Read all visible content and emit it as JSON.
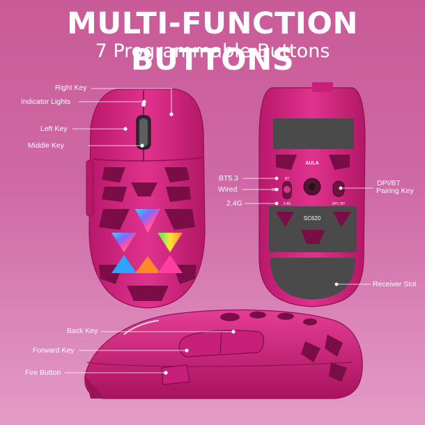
{
  "header": {
    "title": "MULTI-FUNCTION BUTTONS",
    "subtitle": "7 Programmable Buttons"
  },
  "top_view_labels": {
    "right_key": "Right Key",
    "indicator_lights": "Indicator Lights",
    "left_key": "Left Key",
    "middle_key": "Middle Key"
  },
  "bottom_view_labels": {
    "bt53": "BT5.3",
    "wired": "Wired",
    "g24": "2.4G",
    "dpi_bt": "DPI/BT",
    "pairing_key": "Pairing Key",
    "receiver_slot": "Receiver Slot"
  },
  "side_view_labels": {
    "back_key": "Back Key",
    "forward_key": "Forward Key",
    "fire_button": "Fire Button"
  },
  "product_text": {
    "brand": "AULA",
    "model": "SC620",
    "switch_bt": "BT",
    "switch_off": "OFF",
    "switch_24g": "2.4G",
    "dpi_small": "DPI / BT"
  },
  "colors": {
    "mouse_body": "#d4237e",
    "mouse_dark": "#a0155d",
    "background_top": "#c95a98",
    "background_bottom": "#e49bc8",
    "text": "#ffffff"
  }
}
